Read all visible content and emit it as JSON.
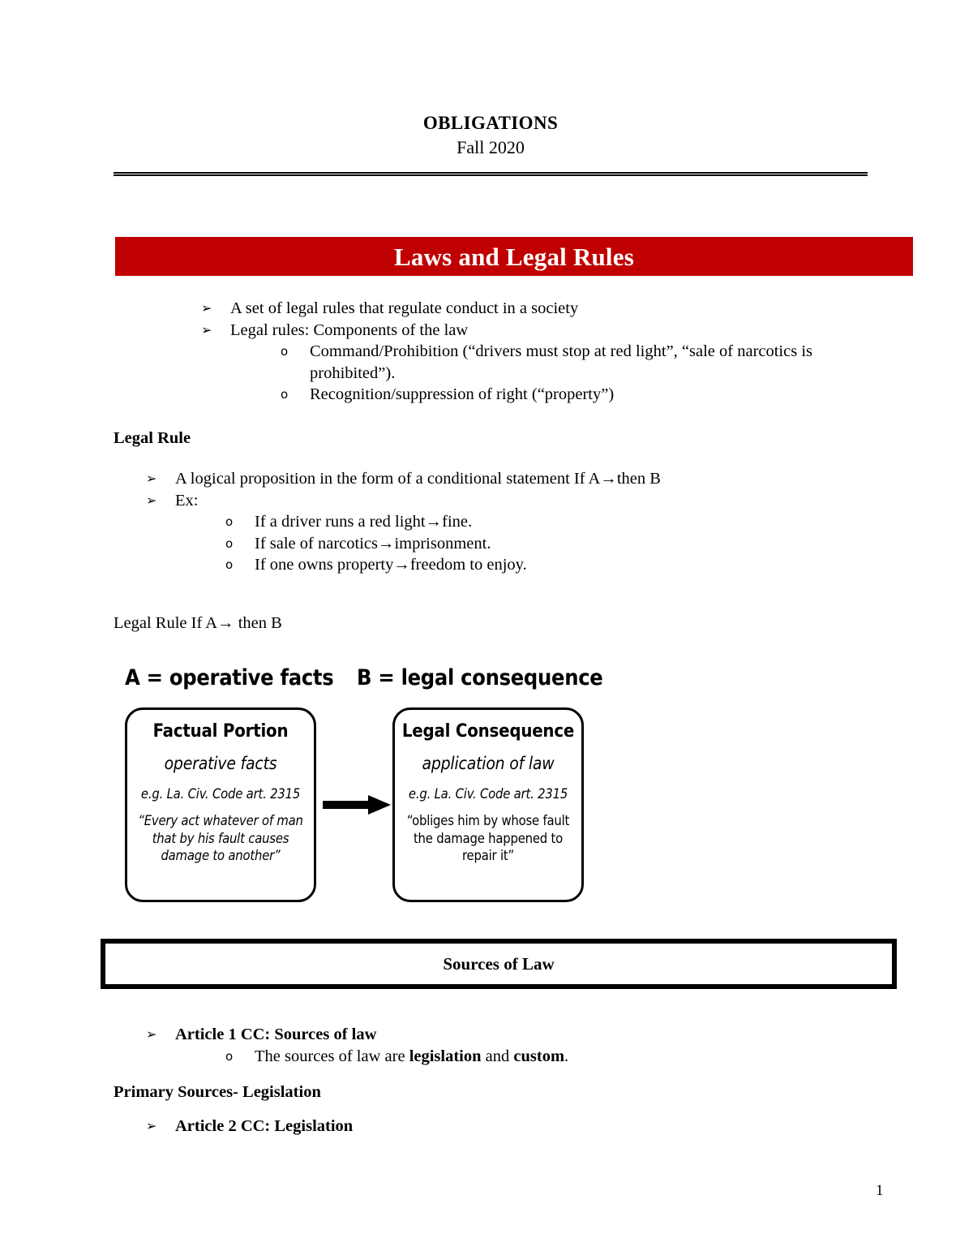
{
  "header": {
    "course": "OBLIGATIONS",
    "term": "Fall 2020"
  },
  "banner": {
    "title": "Laws and Legal Rules",
    "background_color": "#C00000",
    "text_color": "#FFFFFF"
  },
  "bullets": {
    "arrow_marker": "➢",
    "circle_marker": "o"
  },
  "intro_list": [
    {
      "text": "A set of legal rules that regulate conduct in a society",
      "children": []
    },
    {
      "text": "Legal rules: Components of the law",
      "children": [
        "Command/Prohibition (“drivers must stop at red light”, “sale of narcotics is prohibited”).",
        "Recognition/suppression of right (“property”)"
      ]
    }
  ],
  "legal_rule": {
    "heading": "Legal Rule",
    "items": [
      {
        "text": "A logical proposition in the form of a conditional statement If A→then B",
        "children": []
      },
      {
        "text": "Ex:",
        "children": [
          "If a driver runs a red light→fine.",
          "If sale of narcotics→imprisonment.",
          "If one owns property→freedom to enjoy."
        ]
      }
    ],
    "formula_line": "Legal Rule If A→ then B"
  },
  "diagram": {
    "label_a": "A = operative facts",
    "label_b": "B = legal consequence",
    "arrow": "right-arrow",
    "left_box": {
      "title": "Factual Portion",
      "subtitle": "operative facts",
      "citation": "e.g. La. Civ. Code art. 2315",
      "quote": "“Every act whatever of man that by his fault causes damage to another”"
    },
    "right_box": {
      "title": "Legal Consequence",
      "subtitle": "application of law",
      "citation": "e.g. La. Civ. Code art. 2315",
      "quote": "“obliges him by whose fault the damage happened to repair it”"
    }
  },
  "sources_of_law": {
    "box_title": "Sources of Law",
    "article_1": {
      "bullet": "Article 1 CC: Sources of law",
      "sub_prefix": "The sources of law are ",
      "sub_bold_1": "legislation",
      "sub_middle": " and ",
      "sub_bold_2": "custom",
      "sub_suffix": "."
    },
    "primary_sources_heading": "Primary Sources- Legislation",
    "article_2": "Article 2 CC: Legislation"
  },
  "footer": {
    "page_number": "1"
  }
}
